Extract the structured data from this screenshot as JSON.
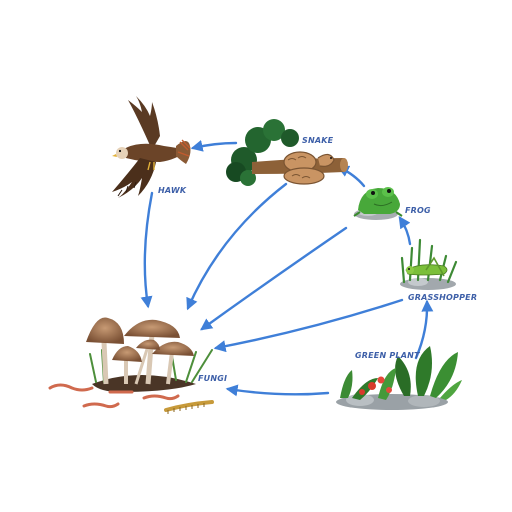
{
  "nodes": {
    "hawk": {
      "label": "HAWK",
      "icon": "hawk-icon"
    },
    "snake": {
      "label": "SNAKE",
      "icon": "snake-icon"
    },
    "frog": {
      "label": "FROG",
      "icon": "frog-icon"
    },
    "grasshopper": {
      "label": "GRASSHOPPER",
      "icon": "grasshopper-icon"
    },
    "green_plant": {
      "label": "GREEN PLANT",
      "icon": "plant-icon"
    },
    "fungi": {
      "label": "FUNGI",
      "icon": "mushroom-icon"
    }
  },
  "edges": [
    {
      "from": "snake",
      "to": "hawk"
    },
    {
      "from": "frog",
      "to": "snake"
    },
    {
      "from": "grasshopper",
      "to": "frog"
    },
    {
      "from": "green_plant",
      "to": "grasshopper"
    },
    {
      "from": "hawk",
      "to": "fungi"
    },
    {
      "from": "snake",
      "to": "fungi"
    },
    {
      "from": "frog",
      "to": "fungi"
    },
    {
      "from": "grasshopper",
      "to": "fungi"
    },
    {
      "from": "green_plant",
      "to": "fungi"
    }
  ],
  "colors": {
    "arrow": "#3f7fd8",
    "label": "#3d5fa8"
  }
}
